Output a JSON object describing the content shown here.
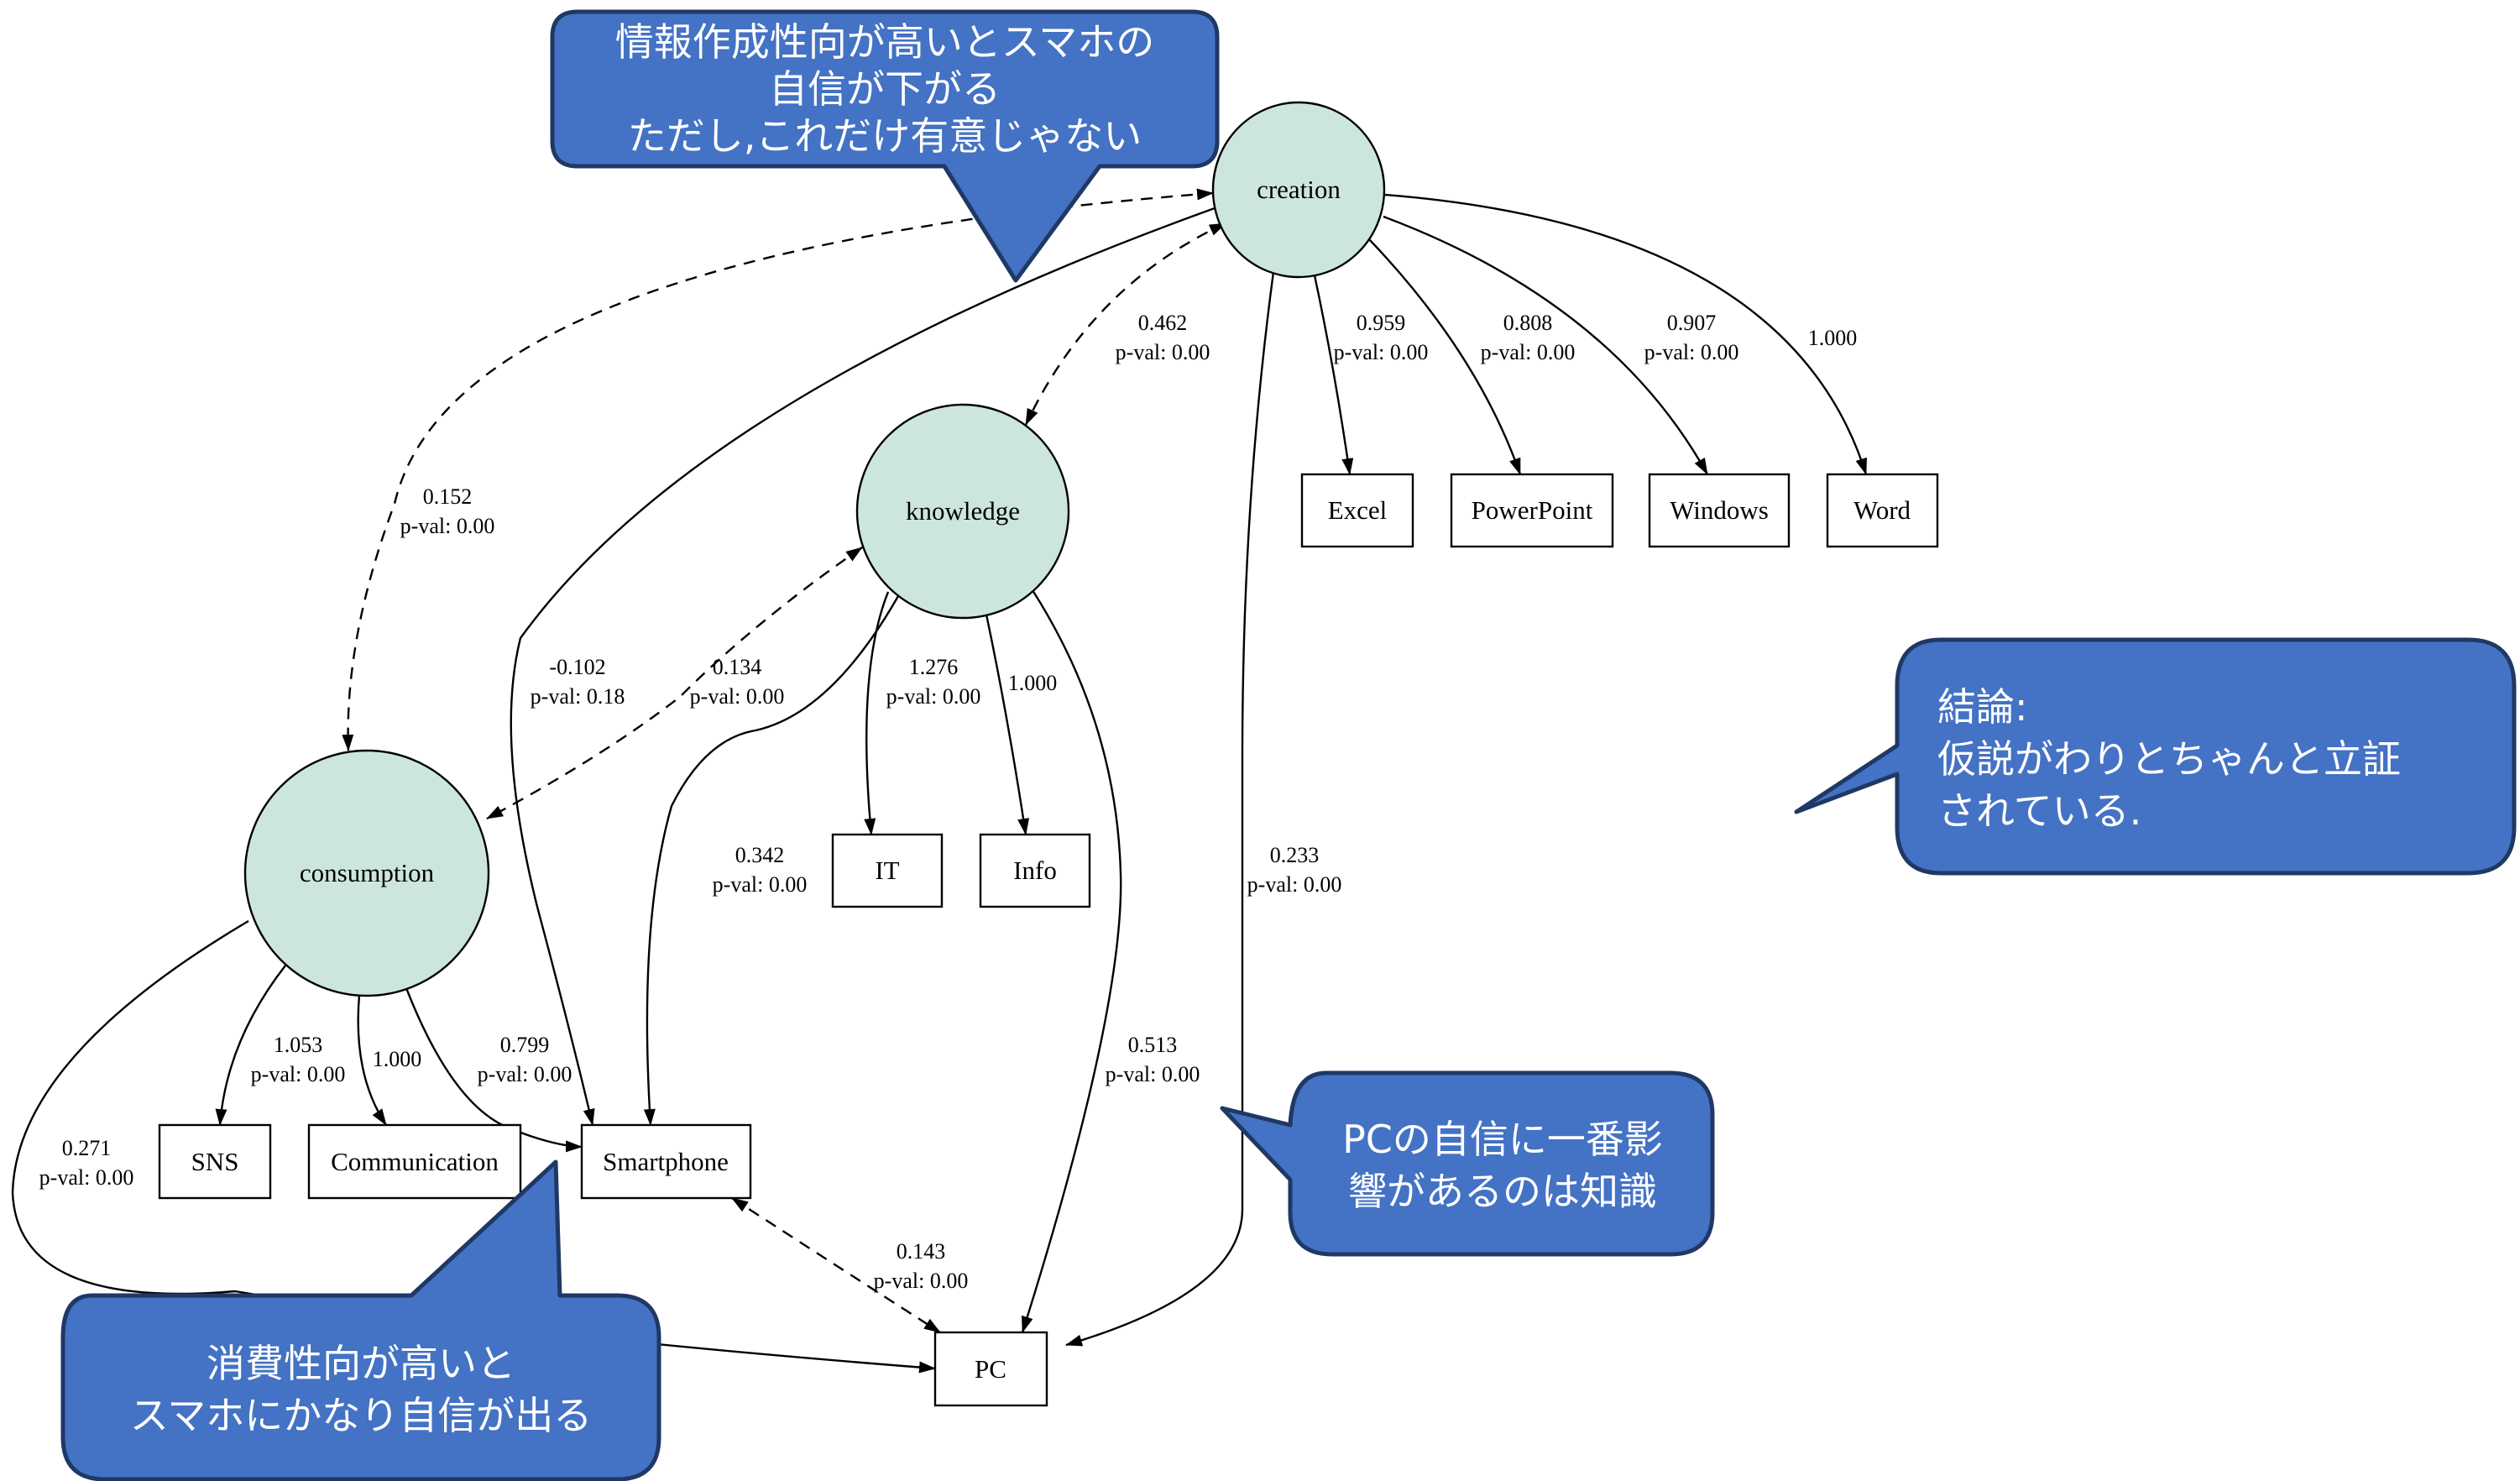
{
  "diagram": {
    "type": "SEM path diagram",
    "colors": {
      "latent_fill": "#cce6df",
      "callout_fill": "#4472c4",
      "callout_border": "#1f3864",
      "callout_text": "#ffffff"
    },
    "latent_nodes": {
      "creation": "creation",
      "knowledge": "knowledge",
      "consumption": "consumption"
    },
    "observed_nodes": {
      "excel": "Excel",
      "powerpoint": "PowerPoint",
      "windows": "Windows",
      "word": "Word",
      "it": "IT",
      "info": "Info",
      "sns": "SNS",
      "communication": "Communication",
      "smartphone": "Smartphone",
      "pc": "PC"
    },
    "edges": {
      "creation_excel": {
        "from": "creation",
        "to": "Excel",
        "type": "loading",
        "estimate": "0.959",
        "pval": "p-val: 0.00"
      },
      "creation_powerpoint": {
        "from": "creation",
        "to": "PowerPoint",
        "type": "loading",
        "estimate": "0.808",
        "pval": "p-val: 0.00"
      },
      "creation_windows": {
        "from": "creation",
        "to": "Windows",
        "type": "loading",
        "estimate": "0.907",
        "pval": "p-val: 0.00"
      },
      "creation_word": {
        "from": "creation",
        "to": "Word",
        "type": "loading",
        "estimate": "1.000",
        "pval": ""
      },
      "creation_knowledge": {
        "from": "creation",
        "to": "knowledge",
        "type": "covariance",
        "estimate": "0.462",
        "pval": "p-val: 0.00"
      },
      "creation_consumption": {
        "from": "creation",
        "to": "consumption",
        "type": "covariance",
        "estimate": "0.152",
        "pval": "p-val: 0.00"
      },
      "creation_smartphone": {
        "from": "creation",
        "to": "Smartphone",
        "type": "regression",
        "estimate": "-0.102",
        "pval": "p-val: 0.18"
      },
      "creation_pc": {
        "from": "creation",
        "to": "PC",
        "type": "regression",
        "estimate": "0.233",
        "pval": "p-val: 0.00"
      },
      "knowledge_consumption": {
        "from": "knowledge",
        "to": "consumption",
        "type": "covariance",
        "estimate": "0.134",
        "pval": "p-val: 0.00"
      },
      "knowledge_it": {
        "from": "knowledge",
        "to": "IT",
        "type": "loading",
        "estimate": "1.276",
        "pval": "p-val: 0.00"
      },
      "knowledge_info": {
        "from": "knowledge",
        "to": "Info",
        "type": "loading",
        "estimate": "1.000",
        "pval": ""
      },
      "knowledge_smartphone": {
        "from": "knowledge",
        "to": "Smartphone",
        "type": "regression",
        "estimate": "0.342",
        "pval": "p-val: 0.00"
      },
      "knowledge_pc": {
        "from": "knowledge",
        "to": "PC",
        "type": "regression",
        "estimate": "0.513",
        "pval": "p-val: 0.00"
      },
      "consumption_sns": {
        "from": "consumption",
        "to": "SNS",
        "type": "loading",
        "estimate": "1.053",
        "pval": "p-val: 0.00"
      },
      "consumption_communication": {
        "from": "consumption",
        "to": "Communication",
        "type": "loading",
        "estimate": "1.000",
        "pval": ""
      },
      "consumption_smartphone": {
        "from": "consumption",
        "to": "Smartphone",
        "type": "regression",
        "estimate": "0.799",
        "pval": "p-val: 0.00"
      },
      "consumption_pc": {
        "from": "consumption",
        "to": "PC",
        "type": "regression",
        "estimate": "0.271",
        "pval": "p-val: 0.00"
      },
      "smartphone_pc": {
        "from": "Smartphone",
        "to": "PC",
        "type": "covariance",
        "estimate": "0.143",
        "pval": "p-val: 0.00"
      }
    }
  },
  "callouts": {
    "creation_note": {
      "lines": [
        "情報作成性向が高いとスマホの",
        "自信が下がる",
        "ただし,これだけ有意じゃない"
      ]
    },
    "conclusion_note": {
      "lines": [
        "結論:",
        "仮説がわりとちゃんと立証",
        "されている."
      ]
    },
    "knowledge_note": {
      "lines": [
        "PCの自信に一番影",
        "響があるのは知識"
      ]
    },
    "consumption_note": {
      "lines": [
        "消費性向が高いと",
        "スマホにかなり自信が出る"
      ]
    }
  }
}
